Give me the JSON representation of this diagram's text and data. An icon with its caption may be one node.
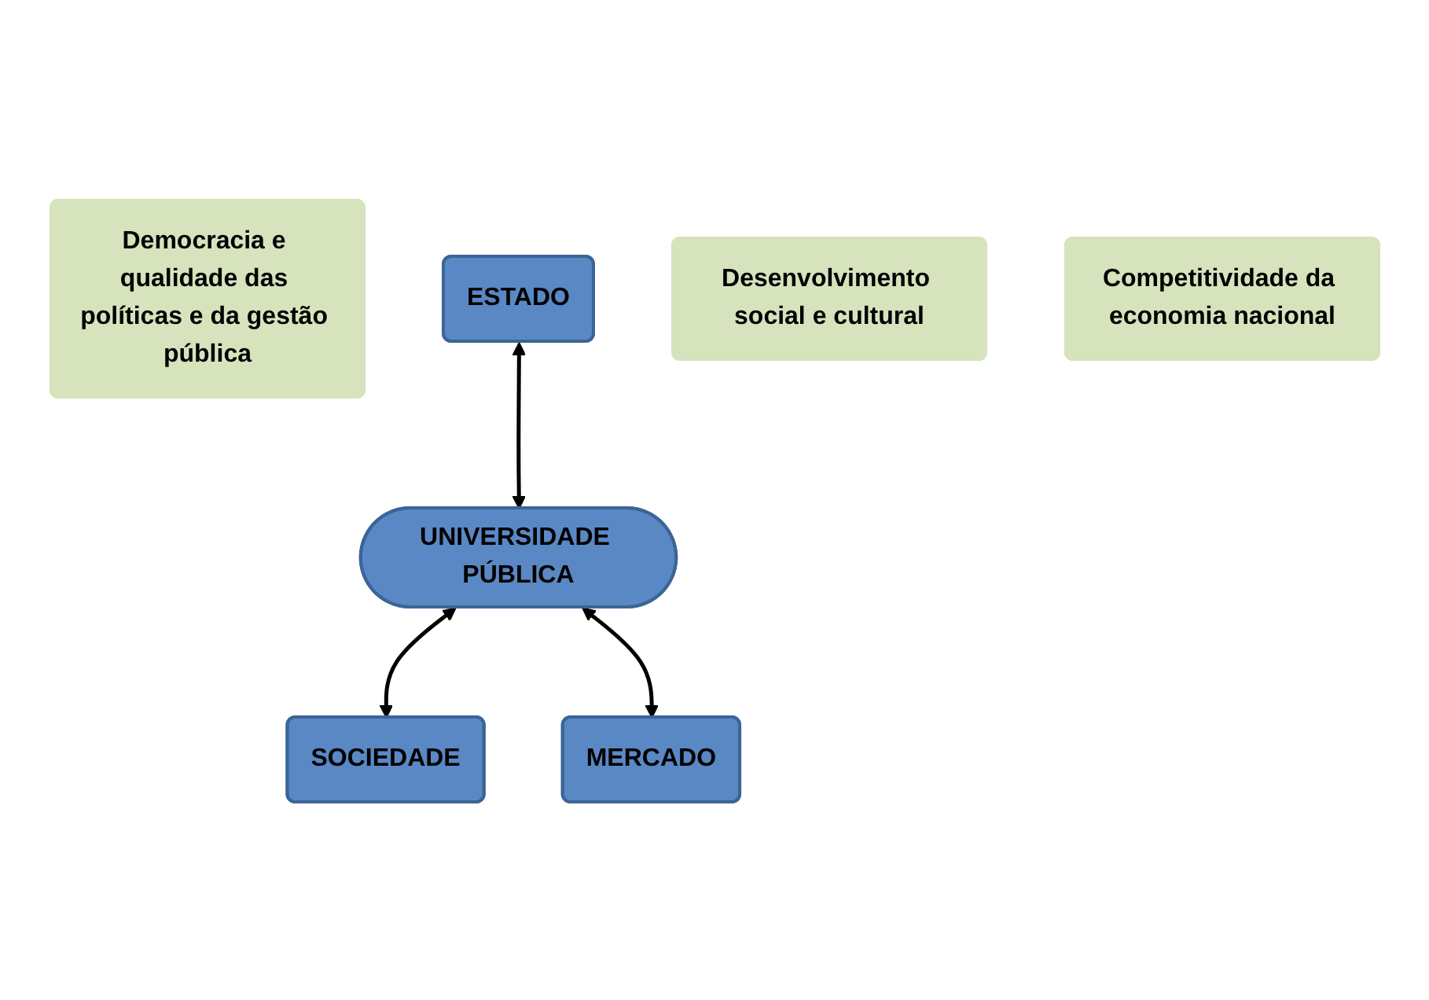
{
  "diagram": {
    "nodes": [
      {
        "text": [
          "Democracia e qualidade das políticas e da gestão pública"
        ]
      },
      {
        "text": [
          "ESTADO"
        ]
      },
      {
        "text": [
          "UNIVERSIDADE PÚBLICA"
        ]
      },
      {
        "text": [
          "SOCIEDADE"
        ]
      },
      {
        "text": [
          "Desenvolvimento social e cultural"
        ]
      },
      {
        "text": [
          "MERCADO"
        ]
      },
      {
        "text": [
          "Competitividade da economia nacional"
        ]
      }
    ],
    "edges": [
      {
        "from": 1,
        "to": 2,
        "arrow": "both"
      },
      {
        "from": 2,
        "to": 3,
        "arrow": "both"
      },
      {
        "from": 2,
        "to": 5,
        "arrow": "both"
      }
    ]
  }
}
